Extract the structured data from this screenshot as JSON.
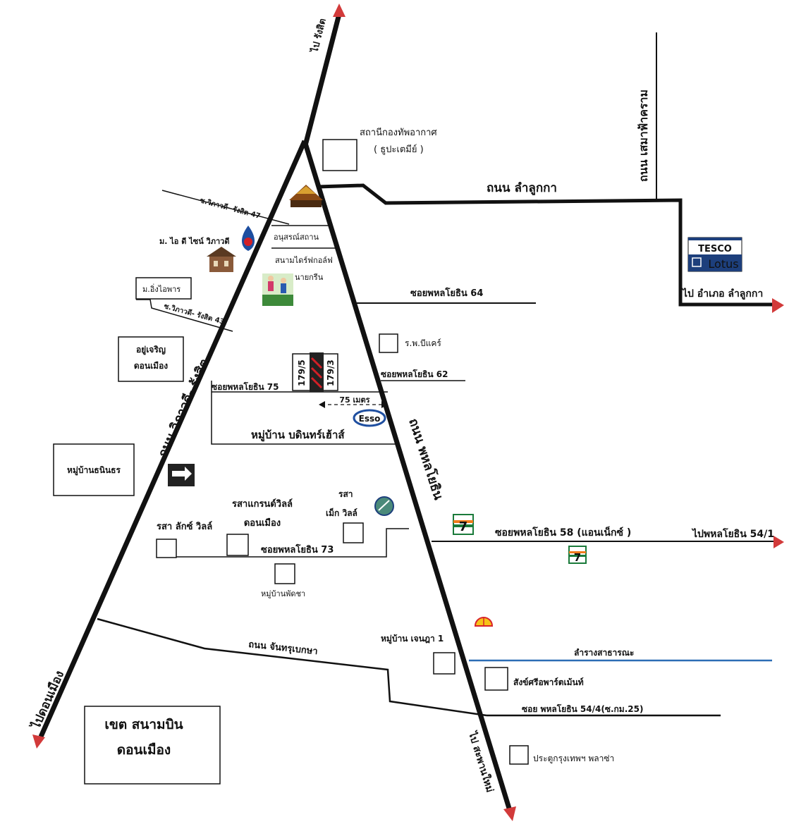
{
  "labels": {
    "to_rangsit": "ไป รังสิต",
    "to_don_mueang": "ไปดอนเมือง",
    "to_saphan_mai": "ไป สะพานใหม่",
    "to_amphoe_lam_luk_ka": "ไป อำเภอ ลำลูกกา",
    "to_phahonyothin_54_1": "ไปพหลโยธิน 54/1",
    "air_force_station_1": "สถานีกองทัพอากาศ",
    "air_force_station_2": "( ธูปะเตมีย์ )",
    "lam_luk_ka_road": "ถนน ลำลูกกา",
    "sai_mai_road": "ถนน เสมาฟ้าคราม",
    "tesco_top": "TESCO",
    "tesco_bottom": "Lotus",
    "soi_vibhavadi_47": "ซ.วิภาวดี- รังสิต 47",
    "monument": "อนุสรณ์สถาน",
    "i_design": "ม. ไอ ดี ไซน์ วิภาวดี",
    "driving_range_1": "สนามไดร์ฟกอล์ฟ",
    "driving_range_2": "นายกรีน",
    "m_ing_aiphan": "ม.อิ่งไอพาร",
    "soi_vibhavadi_43": "ซ.วิภาวดี- รังสิต 43",
    "soi_phahon_64": "ซอยพหลโยธิน 64",
    "hospital": "ร.พ.บีแคร์",
    "yoo_charoen_1": "อยู่เจริญ",
    "yoo_charoen_2": "ดอนเมือง",
    "vibhavadi_road": "ถนน วิภาวดี- รังสิต",
    "house_179_5": "179/5",
    "house_179_3": "179/3",
    "soi_phahon_62": "ซอยพหลโยธิน 62",
    "soi_phahon_75": "ซอยพหลโยธิน 75",
    "distance": "75 เมตร",
    "esso": "Esso",
    "baan_bodin": "หมู่บ้าน บดินทร์เฮ้าส์",
    "phahonyothin_road": "ถนน พหลโยธิน",
    "baan_thanintorn": "หมู่บ้านธนินธร",
    "grand_ville_1": "รสาแกรนด์วิลล์",
    "grand_ville_2": "ดอนเมือง",
    "rasa_lux": "รสา ลักซ์ วิลล์",
    "rasa_mix_1": "รสา",
    "rasa_mix_2": "เม็ก วิลล์",
    "seven_eleven": "7",
    "soi_phahon_58": "ซอยพหลโยธิน 58 (แอนเน็กซ์ )",
    "soi_phahon_73": "ซอยพหลโยธิน 73",
    "baan_phatthara": "หมู่บ้านพัดชา",
    "baan_chenada": "หมู่บ้าน เจนฎา 1",
    "canal": "ลำรางสาธารณะ",
    "chandra_road": "ถนน จันทรุเบกษา",
    "sangsri_apartment": "สังข์ศรีอพาร์ตเม้นท์",
    "soi_phahon_54_4": "ซอย พหลโยธิน 54/4(ซ.กม.25)",
    "airport_zone_1": "เขต สนามบิน",
    "airport_zone_2": "ดอนเมือง",
    "gateway_plaza": "ประตูกรุงเทพฯ พลาซ่า"
  },
  "colors": {
    "road": "#111111",
    "canal": "#2c6db5",
    "arrow": "#d23a3a",
    "esso_blue": "#1f4fa0",
    "esso_red": "#d21f26",
    "tesco_red": "#d2232a",
    "tesco_blue": "#1d3f7c",
    "seven_green": "#1a7a3a",
    "seven_orange": "#f07c1c",
    "shell_yellow": "#f6c319",
    "shell_red": "#d8232a",
    "ptt_blue": "#1d4ea0"
  },
  "icons": [
    "arrow-icon",
    "temple-icon",
    "ptt-station-icon",
    "house-icon",
    "golf-icon",
    "tesco-lotus-logo",
    "esso-logo",
    "seven-eleven-icon",
    "shell-icon",
    "pump-icon",
    "highway-sign-icon"
  ]
}
